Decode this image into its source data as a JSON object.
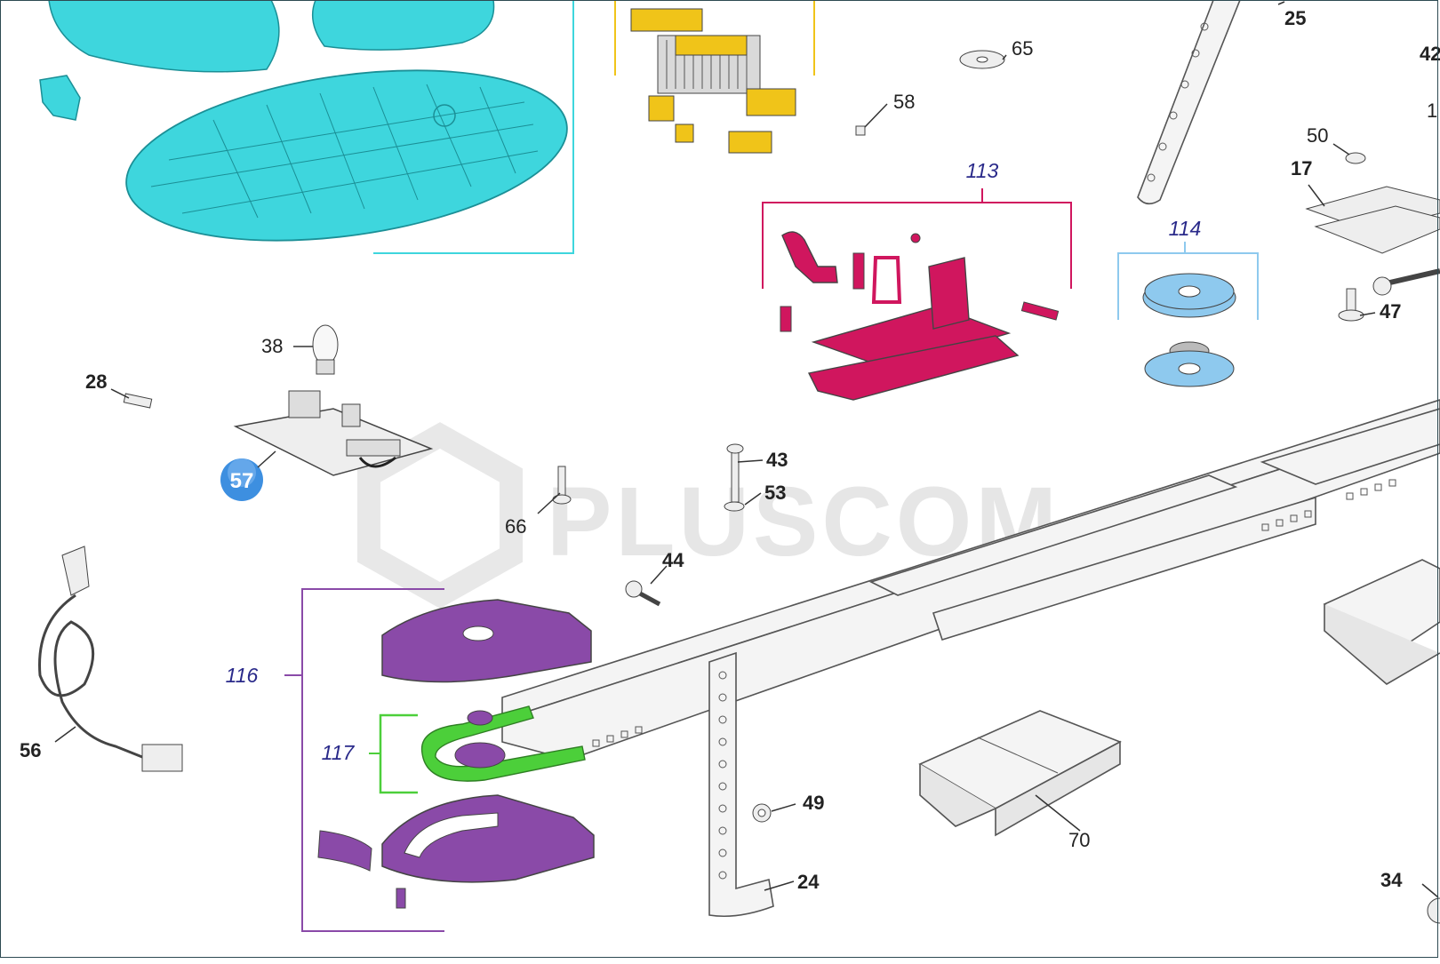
{
  "watermark": "PLUSCOM",
  "highlight_badge": "57",
  "colors": {
    "cover": "#3ed6dd",
    "transformer": "#f0c419",
    "carriage": "#d0165e",
    "pulleys": "#8ec9ee",
    "housing": "#8a4aa8",
    "belt": "#4ccf3a",
    "badge": "#3d8fe0"
  },
  "groups": [
    {
      "id": "113",
      "label": "113"
    },
    {
      "id": "114",
      "label": "114"
    },
    {
      "id": "116",
      "label": "116"
    },
    {
      "id": "117",
      "label": "117"
    }
  ],
  "labels": [
    {
      "id": "25",
      "text": "25",
      "bold": true
    },
    {
      "id": "42",
      "text": "42",
      "bold": true
    },
    {
      "id": "1x",
      "text": "1",
      "bold": false
    },
    {
      "id": "65",
      "text": "65",
      "bold": false
    },
    {
      "id": "58",
      "text": "58",
      "bold": false
    },
    {
      "id": "50",
      "text": "50",
      "bold": false
    },
    {
      "id": "17",
      "text": "17",
      "bold": true
    },
    {
      "id": "47",
      "text": "47",
      "bold": true
    },
    {
      "id": "38",
      "text": "38",
      "bold": false
    },
    {
      "id": "28",
      "text": "28",
      "bold": true
    },
    {
      "id": "43",
      "text": "43",
      "bold": true
    },
    {
      "id": "53",
      "text": "53",
      "bold": true
    },
    {
      "id": "66",
      "text": "66",
      "bold": false
    },
    {
      "id": "44",
      "text": "44",
      "bold": true
    },
    {
      "id": "56",
      "text": "56",
      "bold": true
    },
    {
      "id": "49",
      "text": "49",
      "bold": true
    },
    {
      "id": "24",
      "text": "24",
      "bold": true
    },
    {
      "id": "70",
      "text": "70",
      "bold": false
    },
    {
      "id": "34",
      "text": "34",
      "bold": true
    }
  ]
}
